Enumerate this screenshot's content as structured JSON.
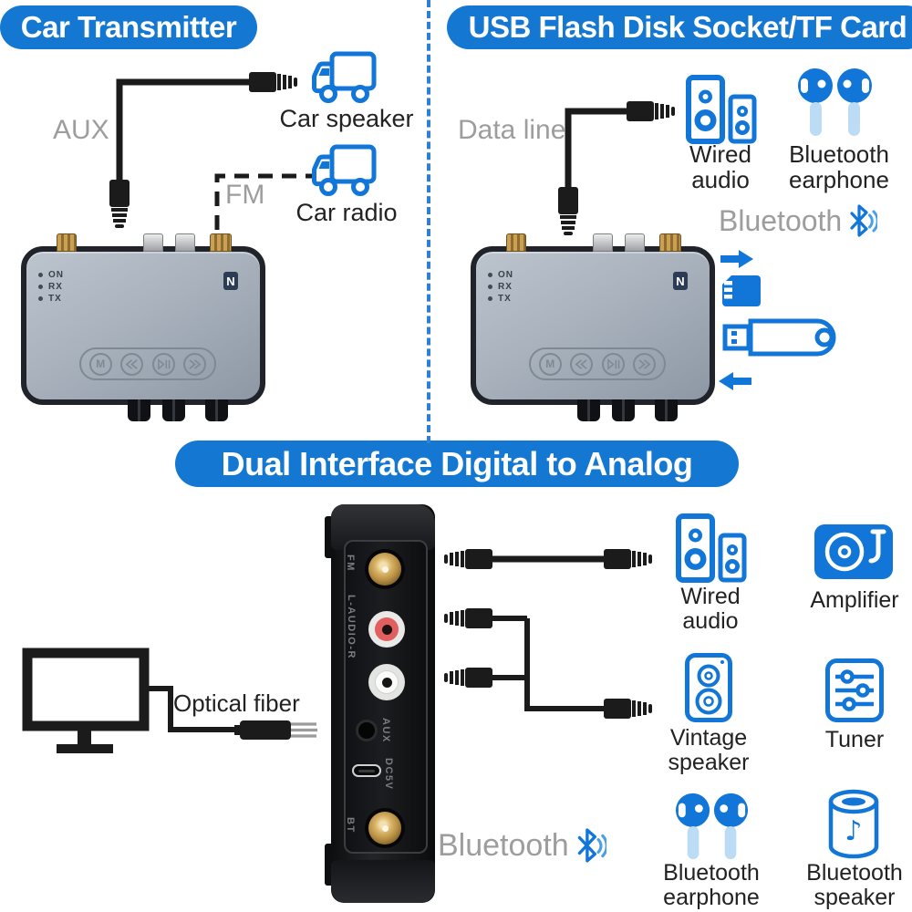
{
  "colors": {
    "badge_blue": "#1478d2",
    "icon_blue": "#1176d8",
    "icon_light_blue": "#bcdcf5",
    "muted_gray": "#9d9d9d",
    "text_dark": "#222222",
    "divider_blue": "#2e7fd6"
  },
  "sections": {
    "car_transmitter": {
      "badge": "Car Transmitter",
      "aux_label": "AUX",
      "fm_label": "FM",
      "car_speaker_label": "Car speaker",
      "car_radio_label": "Car radio"
    },
    "usb_tf": {
      "badge": "USB Flash Disk Socket/TF Card",
      "data_line_label": "Data line",
      "wired_audio_label": "Wired\naudio",
      "bluetooth_earphone_label": "Bluetooth\nearphone",
      "bluetooth_label": "Bluetooth"
    },
    "dual_interface": {
      "badge": "Dual Interface Digital to Analog",
      "optical_fiber_label": "Optical fiber",
      "bluetooth_label": "Bluetooth",
      "wired_audio_label": "Wired\naudio",
      "amplifier_label": "Amplifier",
      "vintage_speaker_label": "Vintage\nspeaker",
      "tuner_label": "Tuner",
      "bluetooth_earphone_label": "Bluetooth\nearphone",
      "bluetooth_speaker_label": "Bluetooth\nspeaker"
    }
  },
  "device_top": {
    "led_on": "ON",
    "led_rx": "RX",
    "led_tx": "TX",
    "nfc_logo": "N",
    "mode_button": "M"
  },
  "device_rear_ports": {
    "fm": "FM",
    "audio_lr": "L-AUDIO-R",
    "aux": "AUX",
    "power": "DC5V",
    "bt": "BT"
  }
}
